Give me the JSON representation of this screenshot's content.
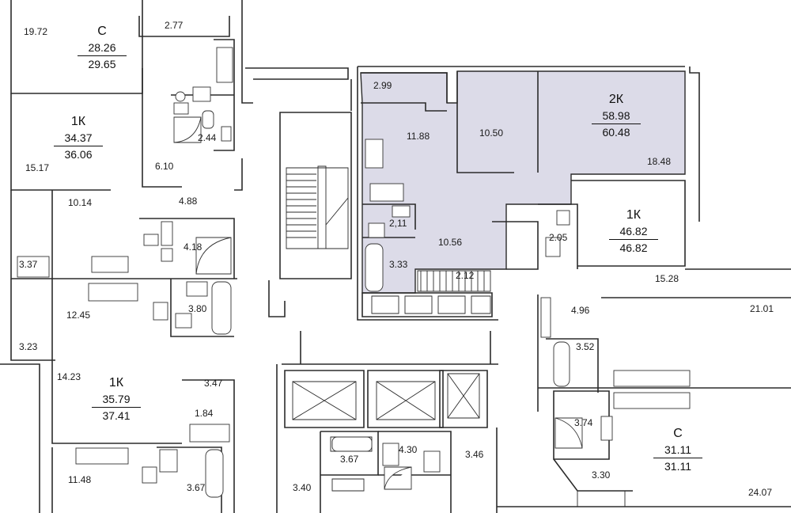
{
  "apartments": [
    {
      "type": "С",
      "area_living": "28.26",
      "area_total": "29.65"
    },
    {
      "type": "1К",
      "area_living": "34.37",
      "area_total": "36.06"
    },
    {
      "type": "2К",
      "area_living": "58.98",
      "area_total": "60.48",
      "highlighted": true
    },
    {
      "type": "1К",
      "area_living": "46.82",
      "area_total": "46.82"
    },
    {
      "type": "1К",
      "area_living": "35.79",
      "area_total": "37.41"
    },
    {
      "type": "С",
      "area_living": "31.11",
      "area_total": "31.11"
    }
  ],
  "rooms": [
    "19.72",
    "2.77",
    "2.99",
    "11.88",
    "10.50",
    "18.48",
    "15.17",
    "6.10",
    "2.44",
    "4.88",
    "10.14",
    "4.18",
    "3.37",
    "2,11",
    "3.33",
    "10.56",
    "2.12",
    "2.05",
    "15.28",
    "12.45",
    "3.80",
    "3.23",
    "4.96",
    "21.01",
    "3.52",
    "14.23",
    "3.47",
    "1.84",
    "3.74",
    "11.48",
    "3.67",
    "3.67",
    "4.30",
    "3.46",
    "3.40",
    "3.30",
    "24.07"
  ],
  "colors": {
    "highlight": "#dcdbe8",
    "wall": "#2b2b2b"
  }
}
